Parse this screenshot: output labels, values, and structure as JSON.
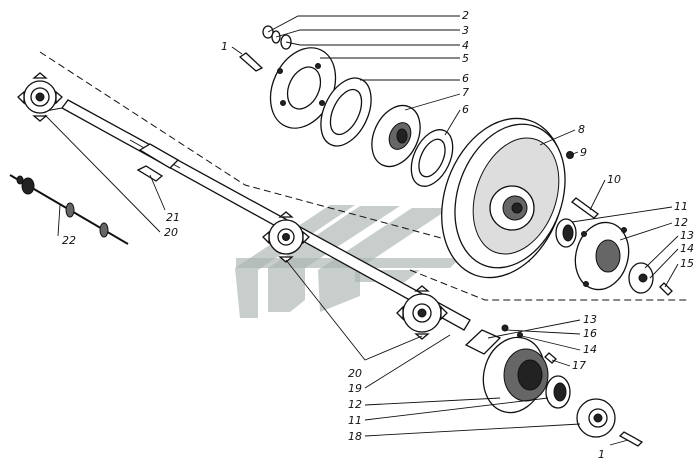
{
  "diagram": {
    "type": "exploded-assembly-drawing",
    "callouts": [
      {
        "id": "c-2-top",
        "text": "2"
      },
      {
        "id": "c-3-top",
        "text": "3"
      },
      {
        "id": "c-4-top",
        "text": "4"
      },
      {
        "id": "c-1-top",
        "text": "1"
      },
      {
        "id": "c-5-top",
        "text": "5"
      },
      {
        "id": "c-6-top",
        "text": "6"
      },
      {
        "id": "c-7-top",
        "text": "7"
      },
      {
        "id": "c-6-mid",
        "text": "6"
      },
      {
        "id": "c-8",
        "text": "8"
      },
      {
        "id": "c-9",
        "text": "9"
      },
      {
        "id": "c-10",
        "text": "10"
      },
      {
        "id": "c-11-right",
        "text": "11"
      },
      {
        "id": "c-12-right",
        "text": "12"
      },
      {
        "id": "c-13-right",
        "text": "13"
      },
      {
        "id": "c-14-right",
        "text": "14"
      },
      {
        "id": "c-15",
        "text": "15"
      },
      {
        "id": "c-21",
        "text": "21"
      },
      {
        "id": "c-20-left",
        "text": "20"
      },
      {
        "id": "c-22",
        "text": "22"
      },
      {
        "id": "c-13-low",
        "text": "13"
      },
      {
        "id": "c-16",
        "text": "16"
      },
      {
        "id": "c-14-low",
        "text": "14"
      },
      {
        "id": "c-17",
        "text": "17"
      },
      {
        "id": "c-20-low",
        "text": "20"
      },
      {
        "id": "c-19",
        "text": "19"
      },
      {
        "id": "c-12-low",
        "text": "12"
      },
      {
        "id": "c-11-low",
        "text": "11"
      },
      {
        "id": "c-18",
        "text": "18"
      },
      {
        "id": "c-1-low",
        "text": "1"
      }
    ]
  }
}
